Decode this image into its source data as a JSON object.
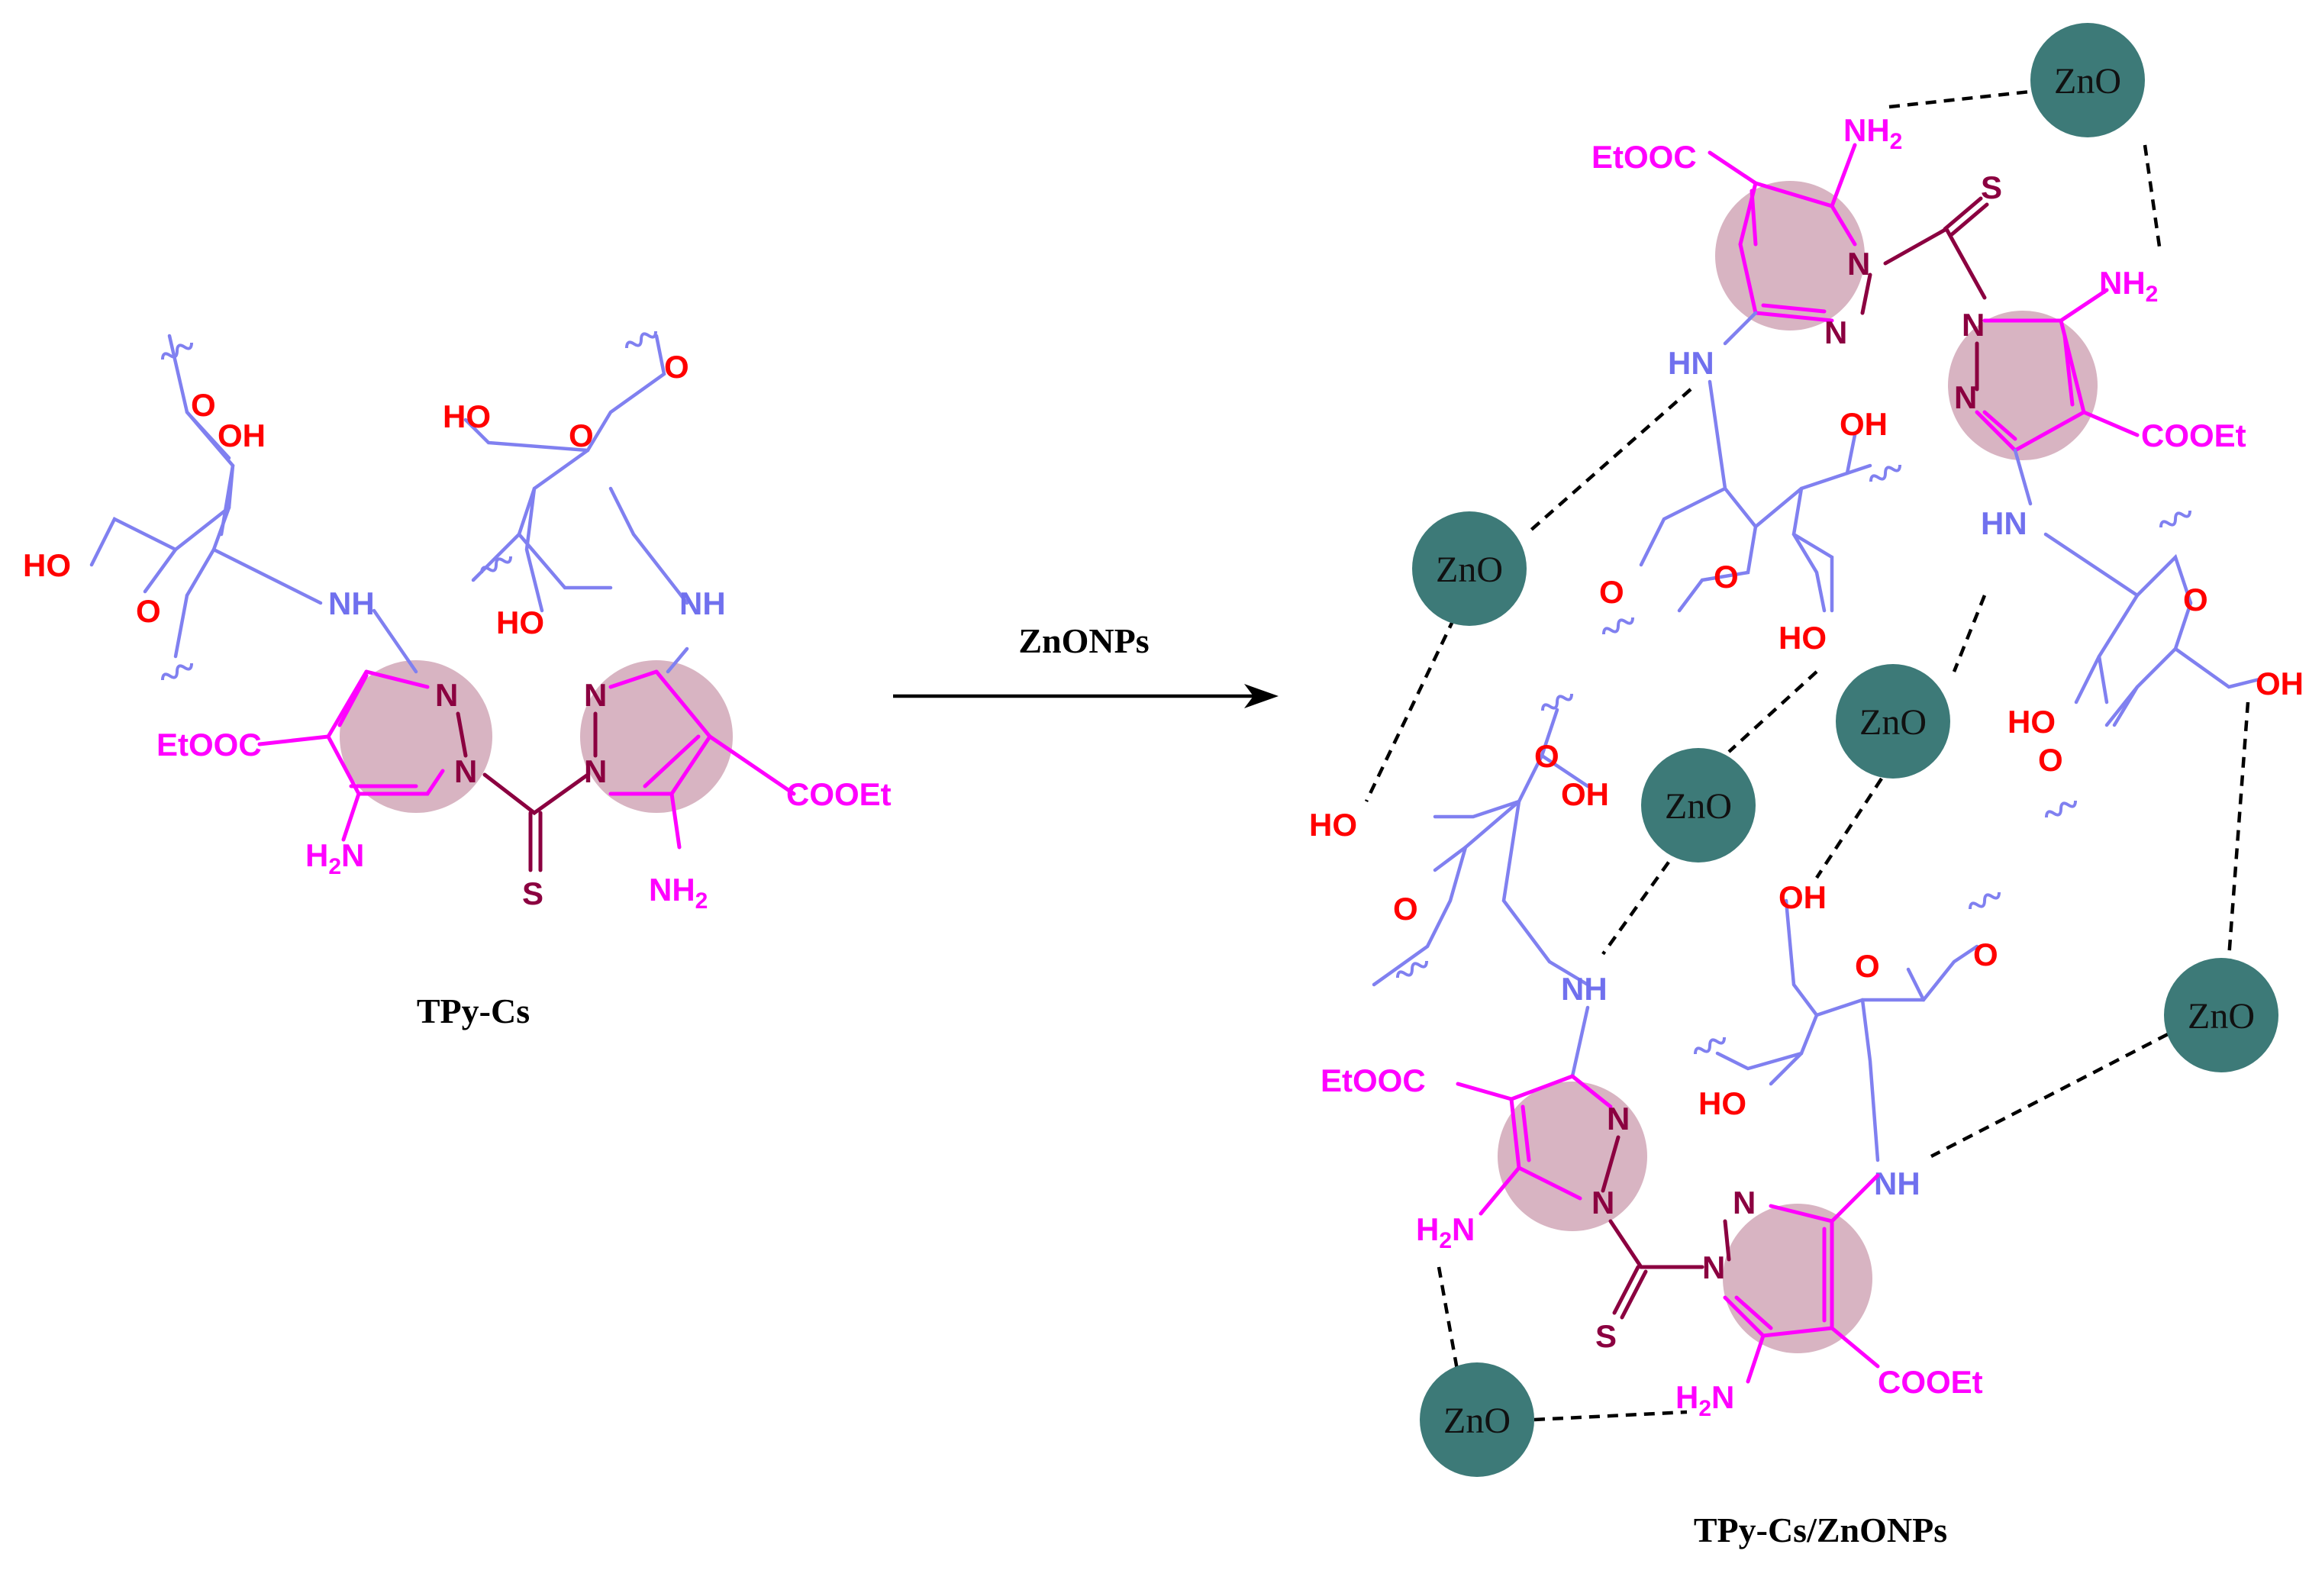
{
  "reaction": {
    "reagent": "ZnONPs",
    "reactant_name": "TPy-Cs",
    "product_name": "TPy-Cs/ZnONPs"
  },
  "particle_label": "ZnO",
  "atom_labels": {
    "nh": "NH",
    "hn": "HN",
    "nh2": "NH2",
    "h2n": "H2N",
    "n": "N",
    "s": "S",
    "o": "O",
    "oh": "OH",
    "ho": "HO",
    "etooc": "EtOOC",
    "cooet": "COOEt"
  },
  "colors": {
    "chitosan": "#8080f0",
    "oxygen": "#ff0000",
    "pyrazole": "#ff00ff",
    "thiocarbonyl": "#8b0040",
    "ring_highlight": "#d8b4c2",
    "nanoparticle": "#3d7a78"
  }
}
